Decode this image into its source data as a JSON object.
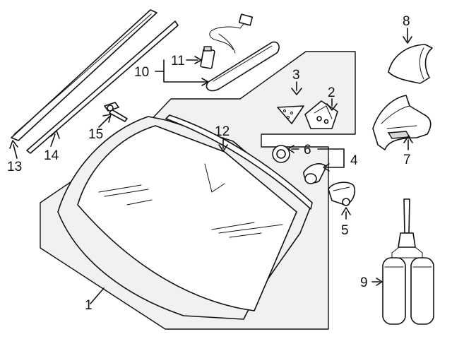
{
  "callouts": {
    "c1": "1",
    "c2": "2",
    "c3": "3",
    "c4": "4",
    "c5": "5",
    "c6": "6",
    "c7": "7",
    "c8": "8",
    "c9": "9",
    "c10": "10",
    "c11": "11",
    "c12": "12",
    "c13": "13",
    "c14": "14",
    "c15": "15"
  },
  "colors": {
    "line": "#111111",
    "panel": "#f1f1f1",
    "background": "#ffffff"
  }
}
